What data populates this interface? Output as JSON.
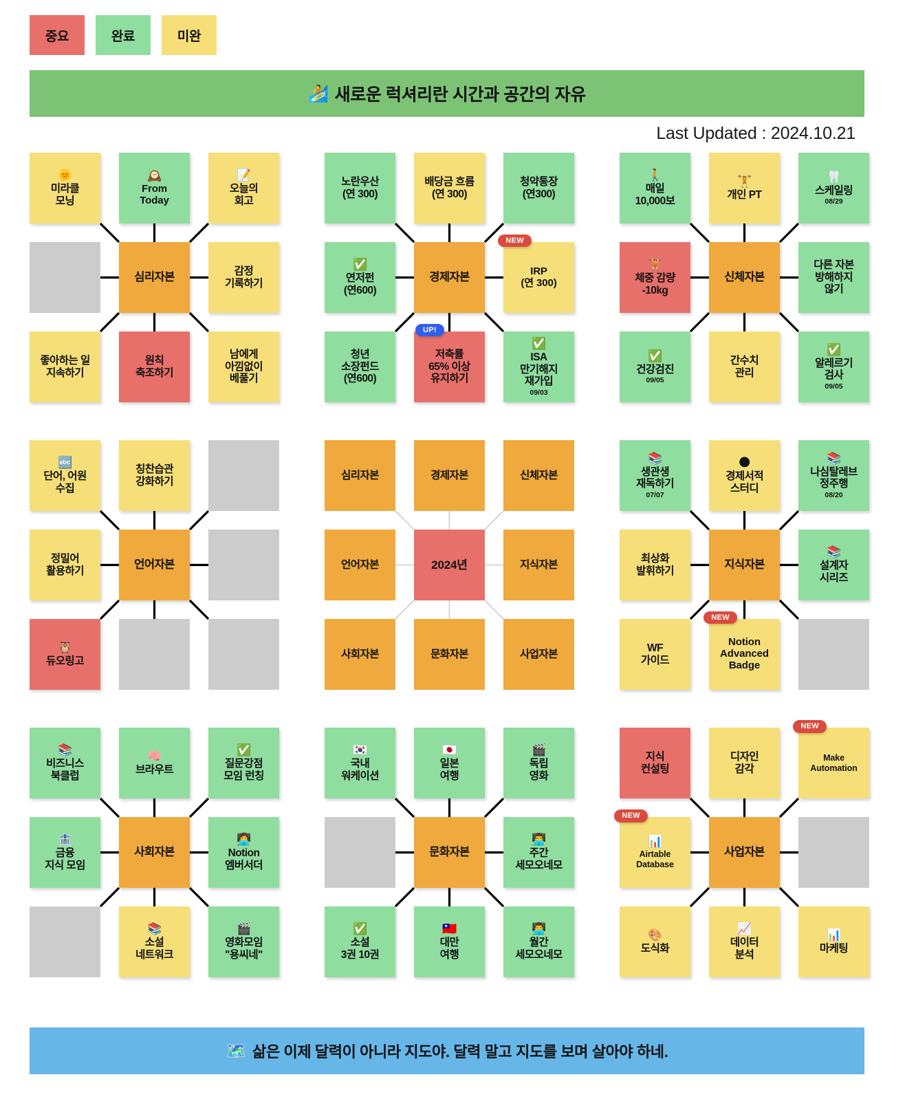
{
  "legend": [
    {
      "label": "중요",
      "color": "#E8706A",
      "tone": "red"
    },
    {
      "label": "완료",
      "color": "#90DDA0",
      "tone": "green"
    },
    {
      "label": "미완",
      "color": "#F6DF79",
      "tone": "yellow"
    }
  ],
  "header": {
    "emoji": "🏄",
    "title": "새로운 럭셔리란 시간과 공간의 자유",
    "background": "#7CC375"
  },
  "footer": {
    "emoji": "🗺️",
    "title": "삶은 이제 달력이 아니라 지도야. 달력 말고 지도를 보며 살아야 하네.",
    "background": "#67B6E8"
  },
  "last_updated": "Last Updated : 2024.10.21",
  "blocks": [
    {
      "id": "block-psychological",
      "center": "심리자본",
      "cells": [
        {
          "emoji": "🌞",
          "label": "미라클\n모닝",
          "tone": "yellow"
        },
        {
          "emoji": "🕰️",
          "label": "From\nToday",
          "tone": "green",
          "latin": true
        },
        {
          "emoji": "📝",
          "label": "오늘의\n회고",
          "tone": "yellow"
        },
        {
          "emoji": "",
          "label": "",
          "tone": "gray"
        },
        {
          "emoji": "",
          "label": "심리자본",
          "tone": "center-orange"
        },
        {
          "emoji": "",
          "label": "감정\n기록하기",
          "tone": "yellow"
        },
        {
          "emoji": "",
          "label": "좋아하는 일\n지속하기",
          "tone": "yellow"
        },
        {
          "emoji": "",
          "label": "원칙\n축조하기",
          "tone": "red"
        },
        {
          "emoji": "",
          "label": "남에게\n아낌없이\n베풀기",
          "tone": "yellow"
        }
      ]
    },
    {
      "id": "block-economic",
      "center": "경제자본",
      "cells": [
        {
          "emoji": "",
          "label": "노란우산\n(연 300)",
          "tone": "green"
        },
        {
          "emoji": "",
          "label": "배당금 흐름\n(연 300)",
          "tone": "yellow"
        },
        {
          "emoji": "",
          "label": "청약통장\n(연300)",
          "tone": "green"
        },
        {
          "emoji": "✅",
          "label": "연저펀\n(연600)",
          "tone": "green"
        },
        {
          "emoji": "",
          "label": "경제자본",
          "tone": "center-orange"
        },
        {
          "emoji": "",
          "label": "IRP\n(연 300)",
          "tone": "yellow",
          "badge": "NEW",
          "badge_type": "new",
          "latin": true
        },
        {
          "emoji": "",
          "label": "청년\n소장펀드\n(연600)",
          "tone": "green"
        },
        {
          "emoji": "",
          "label": "저축률\n65% 이상\n유지하기",
          "tone": "red",
          "badge": "UP!",
          "badge_type": "up"
        },
        {
          "emoji": "✅",
          "label": "ISA\n만기해지\n재가입",
          "tone": "green",
          "date": "09/03"
        }
      ]
    },
    {
      "id": "block-physical",
      "center": "신체자본",
      "cells": [
        {
          "emoji": "🚶",
          "label": "매일\n10,000보",
          "tone": "green"
        },
        {
          "emoji": "🏋️",
          "label": "개인 PT",
          "tone": "yellow"
        },
        {
          "emoji": "🦷",
          "label": "스케일링",
          "tone": "green",
          "date": "08/29"
        },
        {
          "emoji": "🏋️",
          "label": "체중 감량\n-10kg",
          "tone": "red"
        },
        {
          "emoji": "",
          "label": "신체자본",
          "tone": "center-orange"
        },
        {
          "emoji": "",
          "label": "다른 자본\n방해하지\n않기",
          "tone": "green"
        },
        {
          "emoji": "✅",
          "label": "건강검진",
          "tone": "green",
          "date": "09/05"
        },
        {
          "emoji": "",
          "label": "간수치\n관리",
          "tone": "yellow"
        },
        {
          "emoji": "✅",
          "label": "알레르기\n검사",
          "tone": "green",
          "date": "09/05"
        }
      ]
    },
    {
      "id": "block-language",
      "center": "언어자본",
      "cells": [
        {
          "emoji": "🔤",
          "label": "단어, 어원\n수집",
          "tone": "yellow"
        },
        {
          "emoji": "",
          "label": "칭찬습관\n강화하기",
          "tone": "yellow"
        },
        {
          "emoji": "",
          "label": "",
          "tone": "gray"
        },
        {
          "emoji": "",
          "label": "정밀어\n활용하기",
          "tone": "yellow"
        },
        {
          "emoji": "",
          "label": "언어자본",
          "tone": "center-orange"
        },
        {
          "emoji": "",
          "label": "",
          "tone": "gray"
        },
        {
          "emoji": "🦉",
          "label": "듀오링고",
          "tone": "red"
        },
        {
          "emoji": "",
          "label": "",
          "tone": "gray"
        },
        {
          "emoji": "",
          "label": "",
          "tone": "gray"
        }
      ]
    },
    {
      "id": "block-2024",
      "center": "2024년",
      "line_color": "#CCCCCC",
      "cells": [
        {
          "emoji": "",
          "label": "심리자본",
          "tone": "orange",
          "flat": true
        },
        {
          "emoji": "",
          "label": "경제자본",
          "tone": "orange",
          "flat": true
        },
        {
          "emoji": "",
          "label": "신체자본",
          "tone": "orange",
          "flat": true
        },
        {
          "emoji": "",
          "label": "언어자본",
          "tone": "orange",
          "flat": true
        },
        {
          "emoji": "",
          "label": "2024년",
          "tone": "center-red",
          "flat": true
        },
        {
          "emoji": "",
          "label": "지식자본",
          "tone": "orange",
          "flat": true
        },
        {
          "emoji": "",
          "label": "사회자본",
          "tone": "orange",
          "flat": true
        },
        {
          "emoji": "",
          "label": "문화자본",
          "tone": "orange",
          "flat": true
        },
        {
          "emoji": "",
          "label": "사업자본",
          "tone": "orange",
          "flat": true
        }
      ]
    },
    {
      "id": "block-knowledge",
      "center": "지식자본",
      "cells": [
        {
          "emoji": "📚",
          "label": "생관생\n재독하기",
          "tone": "green",
          "date": "07/07"
        },
        {
          "emoji": "🌑",
          "label": "경제서적\n스터디",
          "tone": "yellow"
        },
        {
          "emoji": "📚",
          "label": "나심탈레브\n정주행",
          "tone": "green",
          "date": "08/20"
        },
        {
          "emoji": "",
          "label": "최상화\n발휘하기",
          "tone": "yellow"
        },
        {
          "emoji": "",
          "label": "지식자본",
          "tone": "center-orange"
        },
        {
          "emoji": "📚",
          "label": "설계자\n시리즈",
          "tone": "green"
        },
        {
          "emoji": "",
          "label": "WF\n가이드",
          "tone": "yellow"
        },
        {
          "emoji": "",
          "label": "Notion\nAdvanced\nBadge",
          "tone": "yellow",
          "badge": "NEW",
          "badge_type": "new",
          "latin": true
        },
        {
          "emoji": "",
          "label": "",
          "tone": "gray"
        }
      ]
    },
    {
      "id": "block-social",
      "center": "사회자본",
      "cells": [
        {
          "emoji": "📚",
          "label": "비즈니스\n북클럽",
          "tone": "green"
        },
        {
          "emoji": "🧠",
          "label": "브라우트",
          "tone": "green"
        },
        {
          "emoji": "✅",
          "label": "질문강점\n모임 런칭",
          "tone": "green"
        },
        {
          "emoji": "🏦",
          "label": "금융\n지식 모임",
          "tone": "green"
        },
        {
          "emoji": "",
          "label": "사회자본",
          "tone": "center-orange"
        },
        {
          "emoji": "👩‍💻",
          "label": "Notion\n엠버서더",
          "tone": "green"
        },
        {
          "emoji": "",
          "label": "",
          "tone": "gray"
        },
        {
          "emoji": "📚",
          "label": "소설\n네트워크",
          "tone": "yellow"
        },
        {
          "emoji": "🎬",
          "label": "영화모임\n\"용씨네\"",
          "tone": "green"
        }
      ]
    },
    {
      "id": "block-cultural",
      "center": "문화자본",
      "cells": [
        {
          "emoji": "🇰🇷",
          "label": "국내\n워케이션",
          "tone": "green"
        },
        {
          "emoji": "🇯🇵",
          "label": "일본\n여행",
          "tone": "green"
        },
        {
          "emoji": "🎬",
          "label": "독립\n영화",
          "tone": "green"
        },
        {
          "emoji": "",
          "label": "",
          "tone": "gray"
        },
        {
          "emoji": "",
          "label": "문화자본",
          "tone": "center-orange"
        },
        {
          "emoji": "👨‍💻",
          "label": "주간\n세모오네모",
          "tone": "green"
        },
        {
          "emoji": "✅",
          "label": "소설\n3권 10권",
          "tone": "green"
        },
        {
          "emoji": "🇹🇼",
          "label": "대만\n여행",
          "tone": "green"
        },
        {
          "emoji": "👨‍💻",
          "label": "월간\n세모오네모",
          "tone": "green"
        }
      ]
    },
    {
      "id": "block-business",
      "center": "사업자본",
      "cells": [
        {
          "emoji": "",
          "label": "지식\n컨설팅",
          "tone": "red"
        },
        {
          "emoji": "",
          "label": "디자인\n감각",
          "tone": "yellow"
        },
        {
          "emoji": "",
          "label": "Make\nAutomation",
          "tone": "yellow",
          "badge": "NEW",
          "badge_type": "new",
          "small": true
        },
        {
          "emoji": "📊",
          "label": "Airtable\nDatabase",
          "tone": "yellow",
          "badge": "NEW",
          "badge_type": "new",
          "small": true
        },
        {
          "emoji": "",
          "label": "사업자본",
          "tone": "center-orange"
        },
        {
          "emoji": "",
          "label": "",
          "tone": "gray"
        },
        {
          "emoji": "🎨",
          "label": "도식화",
          "tone": "yellow"
        },
        {
          "emoji": "📈",
          "label": "데이터\n분석",
          "tone": "yellow"
        },
        {
          "emoji": "📊",
          "label": "마케팅",
          "tone": "yellow"
        }
      ]
    }
  ]
}
